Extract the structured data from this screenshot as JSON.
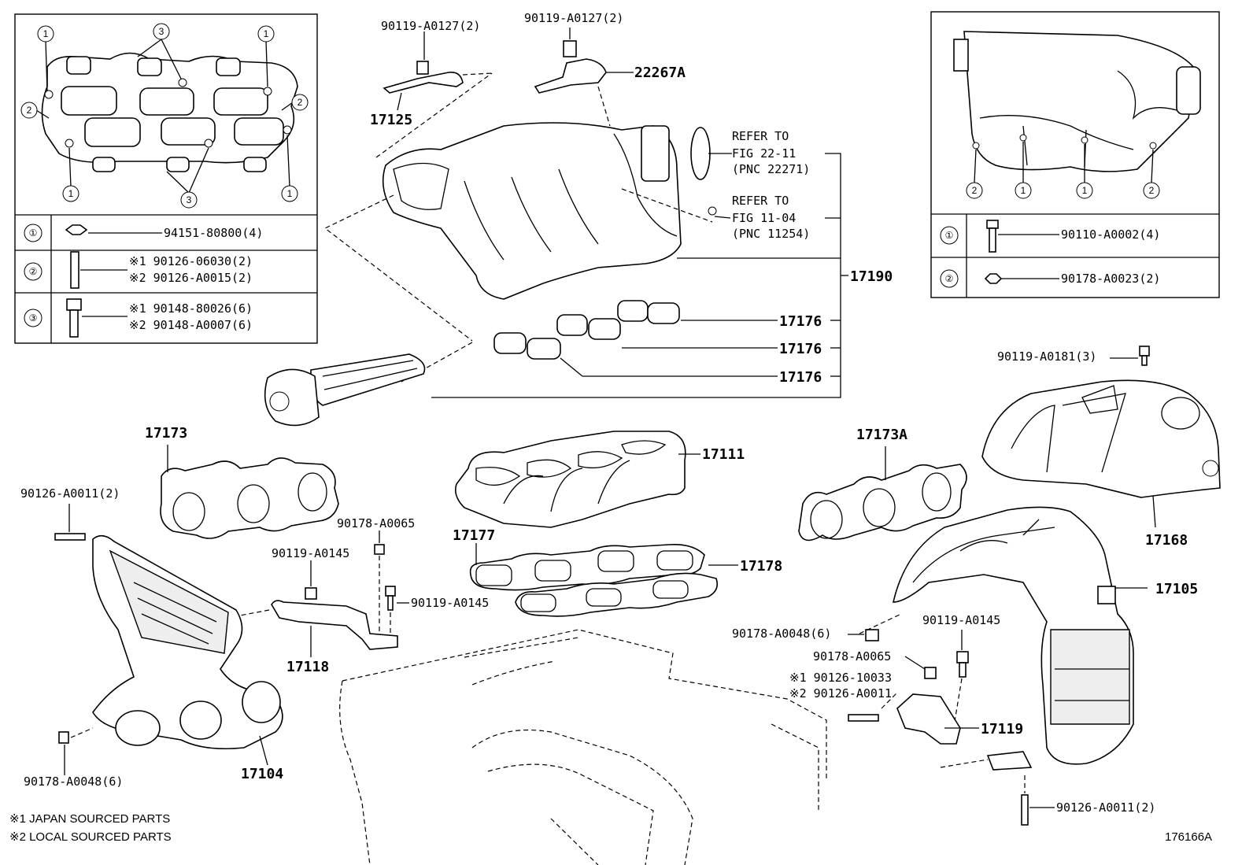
{
  "diagram_id": "176166A",
  "notes": {
    "note1": "※1 JAPAN SOURCED PARTS",
    "note2": "※2 LOCAL SOURCED PARTS"
  },
  "left_inset": {
    "markers": [
      "①",
      "②",
      "③"
    ],
    "rows": [
      {
        "marker": "①",
        "line1": "94151-80800(4)",
        "line2": ""
      },
      {
        "marker": "②",
        "line1": "※1 90126-06030(2)",
        "line2": "※2 90126-A0015(2)"
      },
      {
        "marker": "③",
        "line1": "※1 90148-80026(6)",
        "line2": "※2 90148-A0007(6)"
      }
    ]
  },
  "right_inset": {
    "rows": [
      {
        "marker": "①",
        "line1": "90110-A0002(4)"
      },
      {
        "marker": "②",
        "line1": "90178-A0023(2)"
      }
    ]
  },
  "labels": {
    "p17125": "17125",
    "p90119_0127_a": "90119-A0127(2)",
    "p90119_0127_b": "90119-A0127(2)",
    "p22267A": "22267A",
    "ref1_l1": "REFER TO",
    "ref1_l2": "FIG 22-11",
    "ref1_l3": "(PNC 22271)",
    "ref2_l1": "REFER TO",
    "ref2_l2": "FIG 11-04",
    "ref2_l3": "(PNC 11254)",
    "p17190": "17190",
    "p17176_a": "17176",
    "p17176_b": "17176",
    "p17176_c": "17176",
    "p17173": "17173",
    "p90126_0011_l": "90126-A0011(2)",
    "p90178_0065_l": "90178-A0065",
    "p90119_0145_l1": "90119-A0145",
    "p90119_0145_l2": "90119-A0145",
    "p17118": "17118",
    "p17104": "17104",
    "p90178_0048_l": "90178-A0048(6)",
    "p17111": "17111",
    "p17177": "17177",
    "p17178": "17178",
    "p17173A": "17173A",
    "p90119_0181": "90119-A0181(3)",
    "p17168": "17168",
    "p17105": "17105",
    "p90119_0145_r": "90119-A0145",
    "p90178_0048_r": "90178-A0048(6)",
    "p90178_0065_r": "90178-A0065",
    "p90126_10033": "※1 90126-10033",
    "p90126_0011_m": "※2 90126-A0011",
    "p17119": "17119",
    "p90126_0011_r": "90126-A0011(2)"
  }
}
